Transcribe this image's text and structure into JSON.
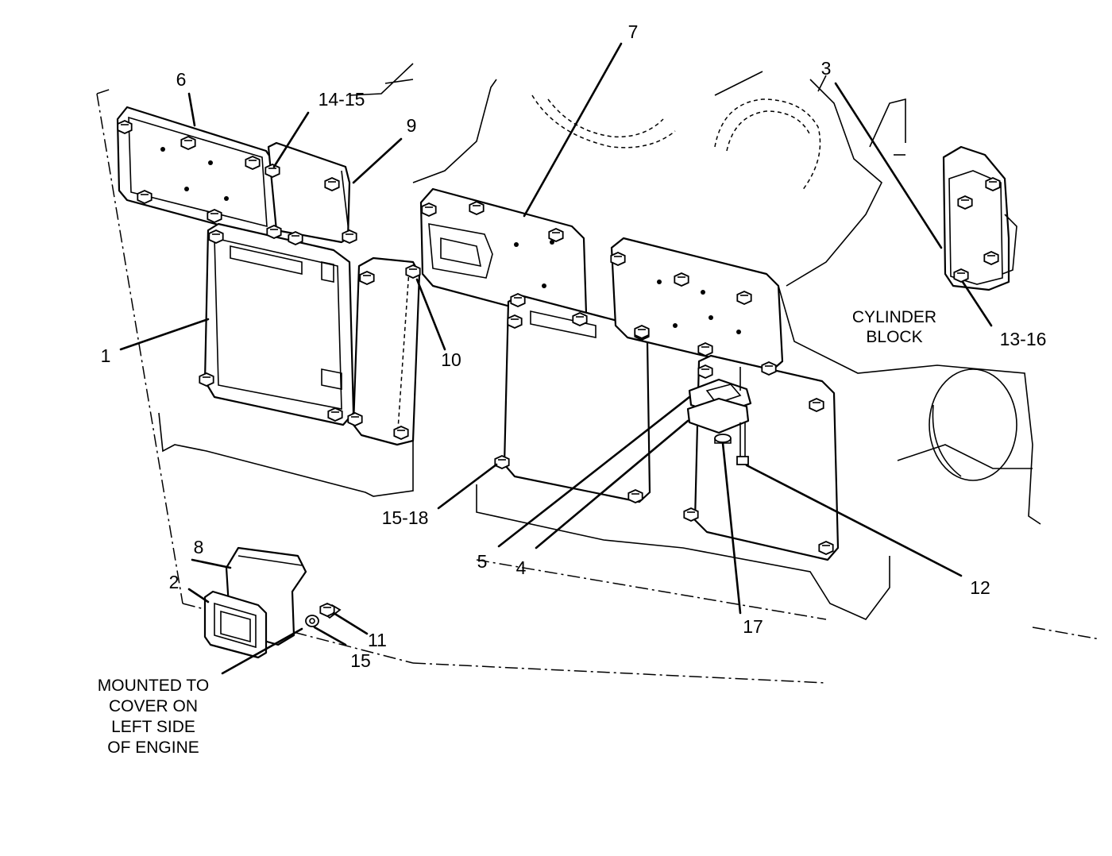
{
  "labels": {
    "item_1": "1",
    "item_2": "2",
    "item_3": "3",
    "item_4": "4",
    "item_5": "5",
    "item_6": "6",
    "item_7": "7",
    "item_8": "8",
    "item_9": "9",
    "item_10": "10",
    "item_11": "11",
    "item_12": "12",
    "item_13_16": "13-16",
    "item_14_15": "14-15",
    "item_15": "15",
    "item_15_18": "15-18",
    "item_17": "17"
  },
  "cylinder_block_label": [
    "CYLINDER",
    "BLOCK"
  ],
  "mounted_note": [
    "MOUNTED TO",
    "COVER ON",
    "LEFT SIDE",
    "OF ENGINE"
  ]
}
